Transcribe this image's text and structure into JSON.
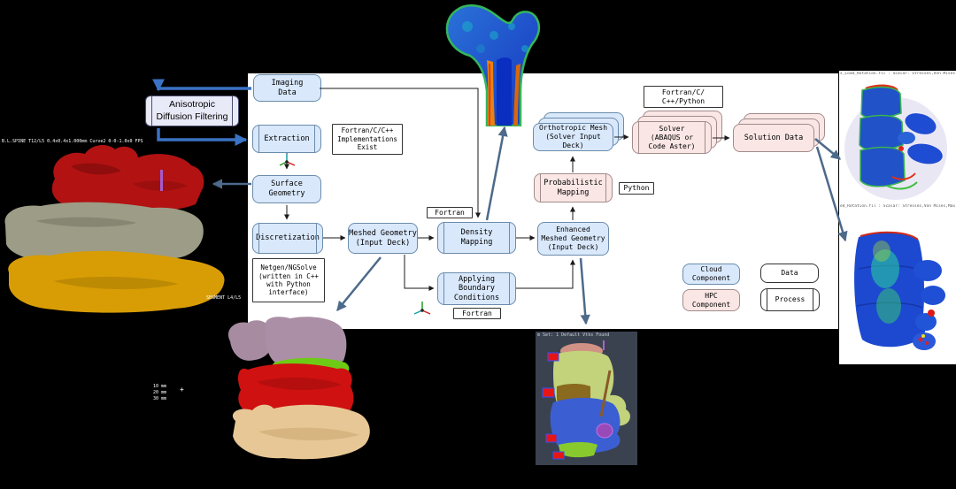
{
  "colors": {
    "cloud_fill": "#d9e8fb",
    "cloud_stroke": "#6b8cab",
    "hpc_fill": "#f9e6e5",
    "hpc_stroke": "#a38b8b",
    "arrow_blue": "#3a72c4",
    "arrow_gray": "#4d6a8a",
    "arrow_black": "#1a1a1a"
  },
  "nodes": {
    "imaging_data": "Imaging\nData",
    "anisotropic": "Anisotropic\nDiffusion Filtering",
    "extraction": "Extraction",
    "surface_geometry": "Surface\nGeometry",
    "discretization": "Discretization",
    "meshed_geometry": "Meshed Geometry\n(Input Deck)",
    "density_mapping": "Density\nMapping",
    "applying_bc": "Applying\nBoundary\nConditions",
    "enhanced_meshed": "Enhanced\nMeshed Geometry\n(Input Deck)",
    "probabilistic": "Probabilistic\nMapping",
    "orthotropic_mesh": "Orthotropic Mesh\n(Solver Input Deck)",
    "solver": "Solver\n(ABAQUS or\nCode Aster)",
    "solution_data": "Solution Data"
  },
  "annotations": {
    "fortran_impl": "Fortran/C/C++\nImplementations\nExist",
    "netgen": "Netgen/NGSolve\n(written in C++\nwith Python\ninterface)",
    "fortran_top": "Fortran",
    "fortran_bottom": "Fortran",
    "python": "Python",
    "fortran_c_cpp_python": "Fortran/C/\nC++/Python"
  },
  "legend": {
    "cloud": "Cloud\nComponent",
    "hpc": "HPC\nComponent",
    "data": "Data",
    "process": "Process"
  },
  "captions": {
    "left_status": "B.L.SPINE T12/L5 0.4x0.4x1.000mm   Curve2 0-0-1.0x0 FPS",
    "left_segment": "SEGMENT L4/L5",
    "left_scale": "10 mm\n20 mm\n30 mm",
    "crosshair": "+",
    "viewer_title": "m Set: 1 Default Vtks Found",
    "panel_top_header": "x_Load_Rotation.fil : Scalar: Stresses,Von Mises,Max of ip Out/All Layers,Centroid : : Scal",
    "panel_bottom_header": "ed_Rotation.fil : Scalar: Stresses,Von Mises,Max of ip Out/All Layers,Cent"
  }
}
